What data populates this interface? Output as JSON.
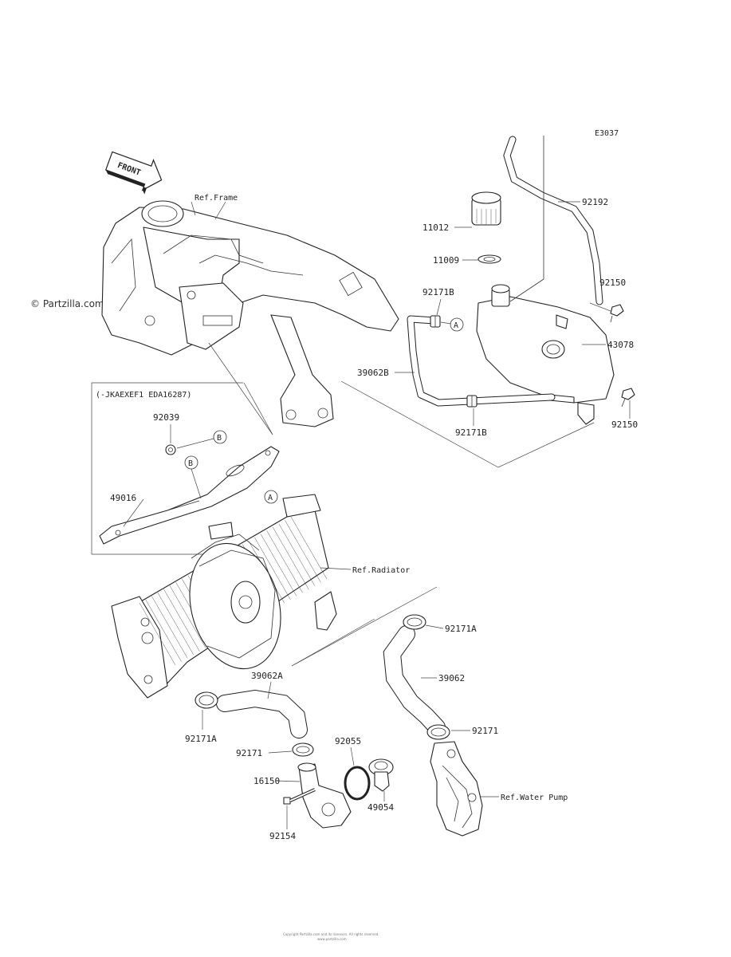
{
  "diagram_code": "E3037",
  "watermark": "© Partzilla.com",
  "front_label": "FRONT",
  "inset_label": "(-JKAEXEF1 EDA16287)",
  "callout_letters": {
    "a": "A",
    "b": "B"
  },
  "refs": {
    "frame": "Ref.Frame",
    "radiator": "Ref.Radiator",
    "water_pump": "Ref.Water Pump"
  },
  "parts": {
    "p92192": "92192",
    "p11012": "11012",
    "p11009": "11009",
    "p92150_top": "92150",
    "p92171b_top": "92171B",
    "p43078": "43078",
    "p39062b": "39062B",
    "p92150_bot": "92150",
    "p92171b_bot": "92171B",
    "p92039": "92039",
    "p49016": "49016",
    "p92171a_right": "92171A",
    "p39062": "39062",
    "p39062a": "39062A",
    "p92171": "92171",
    "p92171_left": "92171",
    "p92171a_left": "92171A",
    "p92055": "92055",
    "p16150": "16150",
    "p49054": "49054",
    "p92154": "92154"
  },
  "footer": {
    "line1": "Copyright Partzilla.com and its licensors. All rights reserved.",
    "line2": "www.partzilla.com"
  }
}
